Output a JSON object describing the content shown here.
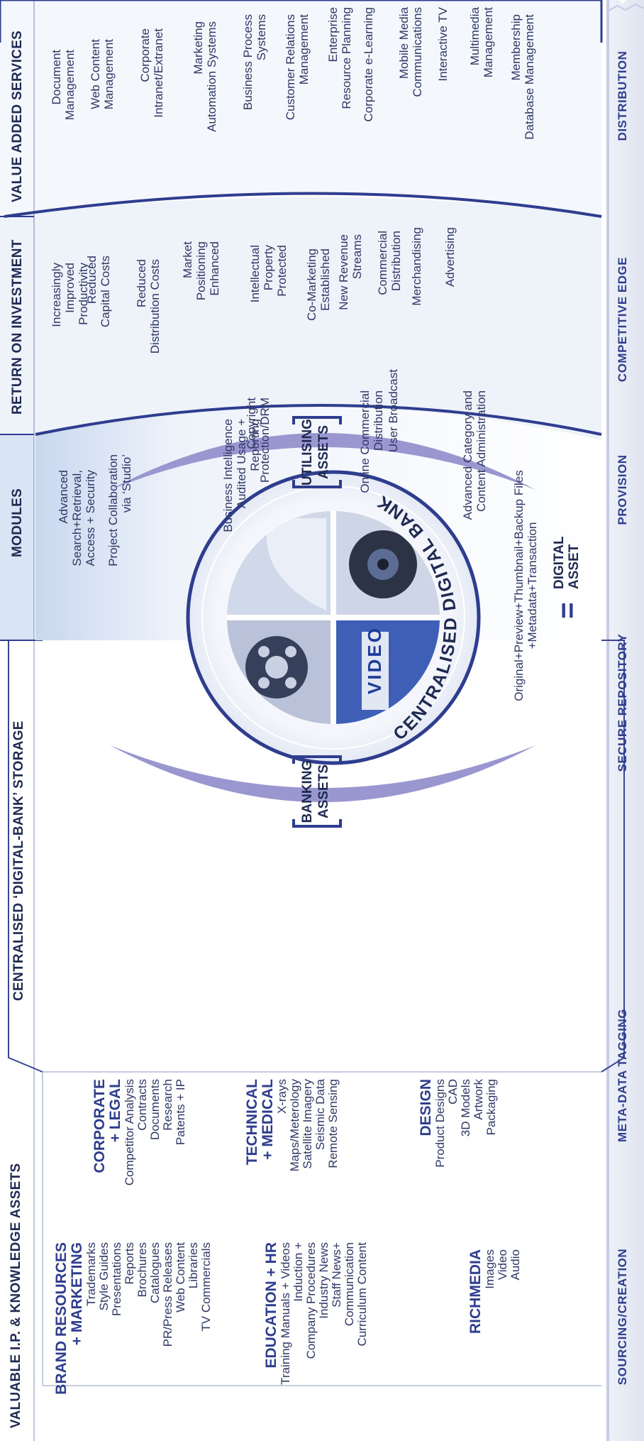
{
  "headers": {
    "assets": "VALUABLE I.P. & KNOWLEDGE ASSETS",
    "storage": "CENTRALISED ‘DIGITAL-BANK’ STORAGE",
    "modules": "MODULES",
    "roi": "RETURN ON INVESTMENT",
    "vas": "VALUE ADDED SERVICES"
  },
  "footer": [
    "SOURCING/CREATION",
    "META-DATA TAGGING",
    "SECURE REPOSITORY",
    "PROVISION",
    "COMPETITIVE EDGE",
    "DISTRIBUTION"
  ],
  "categories": {
    "brand": {
      "title": [
        "BRAND RESOURCES",
        "+ MARKETING"
      ],
      "items": [
        "Trademarks",
        "Style Guides",
        "Presentations",
        "Reports",
        "Brochures",
        "Catalogues",
        "PR/Press Releases",
        "Web Content",
        "Libraries",
        "TV Commercials"
      ]
    },
    "education": {
      "title": [
        "EDUCATION + HR"
      ],
      "items": [
        "Training Manuals + Videos",
        "Induction +",
        "Company Procedures",
        "Industry News",
        "Staff News+",
        "Communication",
        "Curriculum Content"
      ]
    },
    "richmedia": {
      "title": [
        "RICHMEDIA"
      ],
      "items": [
        "Images",
        "Video",
        "Audio"
      ]
    },
    "corporate": {
      "title": [
        "CORPORATE",
        "+ LEGAL"
      ],
      "items": [
        "Competitor Analysis",
        "Contracts",
        "Documents",
        "Research",
        "Patents + IP"
      ]
    },
    "technical": {
      "title": [
        "TECHNICAL",
        "+ MEDICAL"
      ],
      "items": [
        "X-rays",
        "Maps/Meterology",
        "Satellite Imagery",
        "Seismic Data",
        "Remote Sensing"
      ]
    },
    "design": {
      "title": [
        "DESIGN"
      ],
      "items": [
        "Product Designs",
        "CAD",
        "3D Models",
        "Artwork",
        "Packaging"
      ]
    }
  },
  "storage": {
    "banking": [
      "BANKING",
      "ASSETS"
    ],
    "utilising": [
      "UTILISING",
      "ASSETS"
    ],
    "bank_label": "CENTRALISED DIGITAL BANK",
    "video_label": "VIDEO",
    "formula": [
      "Original+Preview+Thumbnail+Backup Files",
      "+Metadata+Transaction"
    ],
    "equals": "=",
    "digital_asset": [
      "DIGITAL",
      "ASSET"
    ]
  },
  "modules": [
    [
      "Advanced",
      "Search+Retrieval,",
      "Access + Security"
    ],
    [
      "Project Collaboration",
      "via ‘Studio’"
    ],
    [
      "Business Intelligence",
      "Audited Usage +",
      "Reporting"
    ],
    [
      "Copyright",
      "Protection/DRM"
    ],
    [
      "Online Commercial",
      "Distribution"
    ],
    [
      "User Broadcast"
    ],
    [
      "Advanced Category  and",
      "Content Administration"
    ]
  ],
  "roi": [
    [
      "Increasingly",
      "Improved",
      "Productivity"
    ],
    [
      "Reduced",
      "Capital Costs"
    ],
    [
      "Reduced",
      "Distribution Costs"
    ],
    [
      "Market",
      "Positioning",
      "Enhanced"
    ],
    [
      "Intellectual",
      "Property",
      "Protected"
    ],
    [
      "Co-Marketing",
      "Established"
    ],
    [
      "New Revenue",
      "Streams"
    ],
    [
      "Commercial",
      "Distribution"
    ],
    [
      "Merchandising"
    ],
    [
      "Advertising"
    ]
  ],
  "vas": [
    [
      "Document",
      "Management"
    ],
    [
      "Web Content",
      "Management"
    ],
    [
      "Corporate",
      "Intranet/Extranet"
    ],
    [
      "Marketing",
      "Automation Systems"
    ],
    [
      "Business Process",
      "Systems"
    ],
    [
      "Customer Relations",
      "Management"
    ],
    [
      "Enterprise",
      "Resource Planning"
    ],
    [
      "Corporate e-Learning"
    ],
    [
      "Mobile Media",
      "Communications"
    ],
    [
      "Interactive TV"
    ],
    [
      "Multimedia",
      "Management"
    ],
    [
      "Membership",
      "Database Management"
    ]
  ],
  "colors": {
    "navy": "#2f3d8f",
    "accent": "#9a96d0",
    "text": "#2e3766",
    "shade": "#dfe6f3"
  }
}
